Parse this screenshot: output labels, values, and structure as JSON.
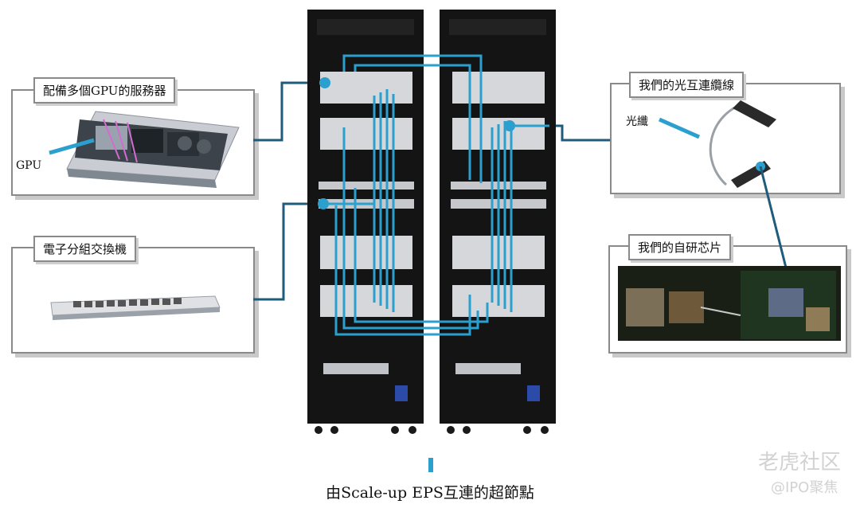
{
  "panels": {
    "gpu_server": {
      "title": "配備多個GPU的服務器",
      "label": "GPU"
    },
    "packet_switch": {
      "title": "電子分組交換機"
    },
    "optical_cable": {
      "title": "我們的光互連纜線",
      "label": "光纖"
    },
    "chip": {
      "title": "我們的自研芯片"
    }
  },
  "caption": "由Scale-up EPS互連的超節點",
  "watermark": {
    "brand": "老虎社区",
    "handle": "@IPO聚焦"
  },
  "colors": {
    "link": "#2ba0cf",
    "connector": "#1f5b7a",
    "panel_border": "#8a8a8a",
    "rack": "#141414"
  },
  "racks": [
    {
      "name": "left-rack"
    },
    {
      "name": "right-rack"
    }
  ]
}
